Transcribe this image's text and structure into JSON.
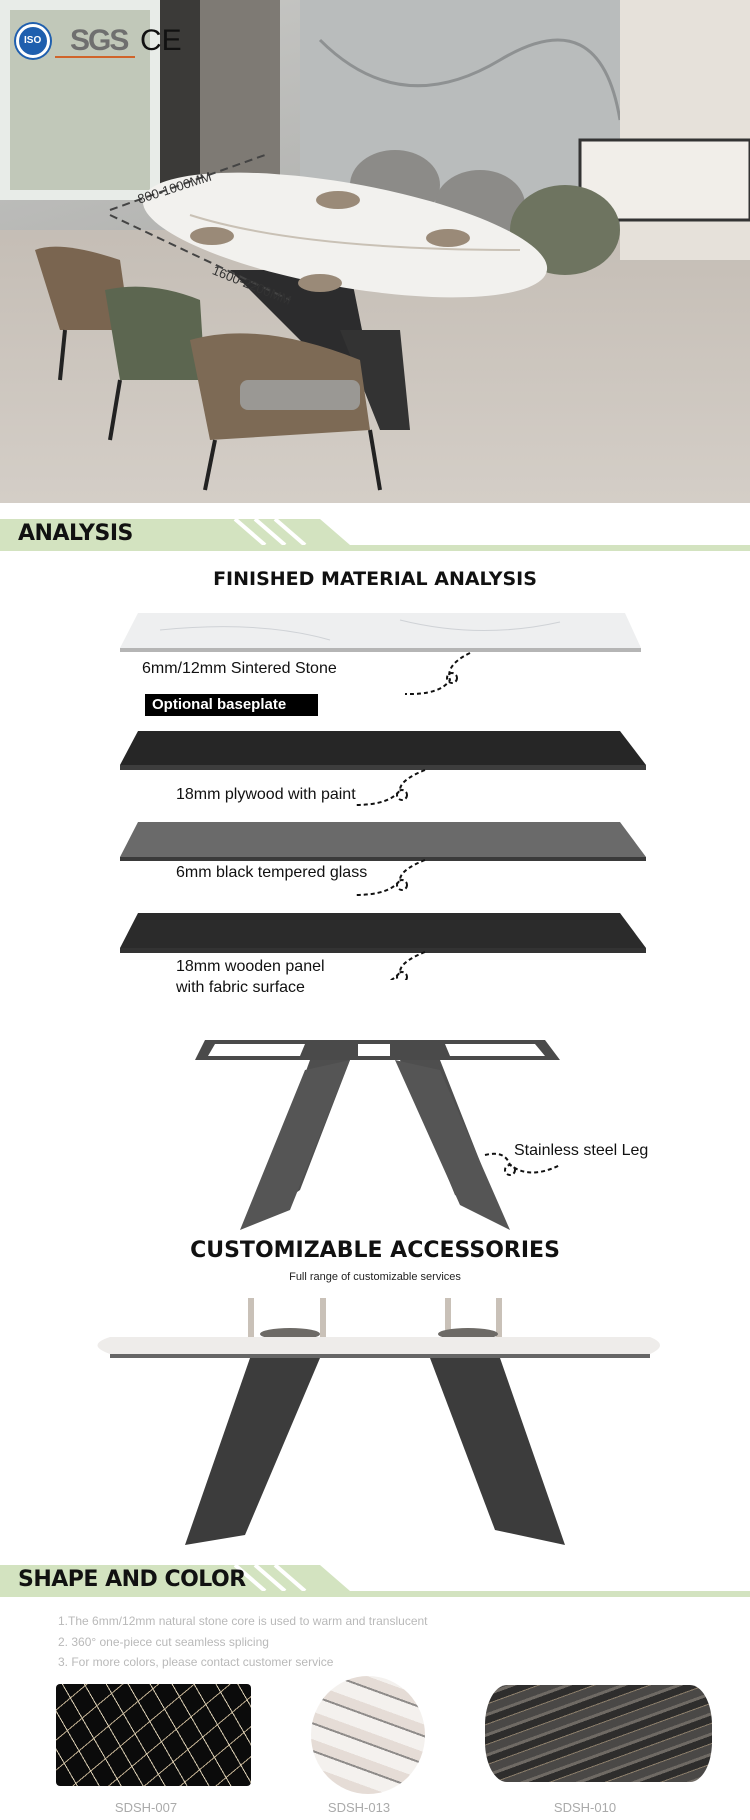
{
  "hero": {
    "certifications": [
      "ISO",
      "SGS",
      "CE"
    ],
    "width_dimension": "800-1000MM",
    "length_dimension": "1600-2200MM"
  },
  "analysis": {
    "section_title": "ANALYSIS",
    "heading": "FINISHED MATERIAL  ANALYSIS",
    "layers": [
      {
        "label": "6mm/12mm Sintered Stone"
      },
      {
        "label": "18mm plywood with paint"
      },
      {
        "label": "6mm black tempered glass"
      },
      {
        "label": "18mm wooden panel",
        "label2": "with fabric surface"
      }
    ],
    "optional_badge": "Optional baseplate",
    "leg_label": "Stainless steel Leg"
  },
  "accessories": {
    "heading": "CUSTOMIZABLE ACCESSORIES",
    "subtitle": "Full range of customizable services"
  },
  "shape": {
    "section_title": "SHAPE AND COLOR",
    "notes": [
      "1.The 6mm/12mm natural stone core is used to warm and translucent",
      "2. 360° one-piece cut seamless splicing",
      "3. For more colors, please contact customer service"
    ],
    "swatches": [
      {
        "code": "SDSH-007"
      },
      {
        "code": "SDSH-013"
      },
      {
        "code": "SDSH-010"
      }
    ]
  },
  "colors": {
    "section_green": "#d3e3c0"
  }
}
